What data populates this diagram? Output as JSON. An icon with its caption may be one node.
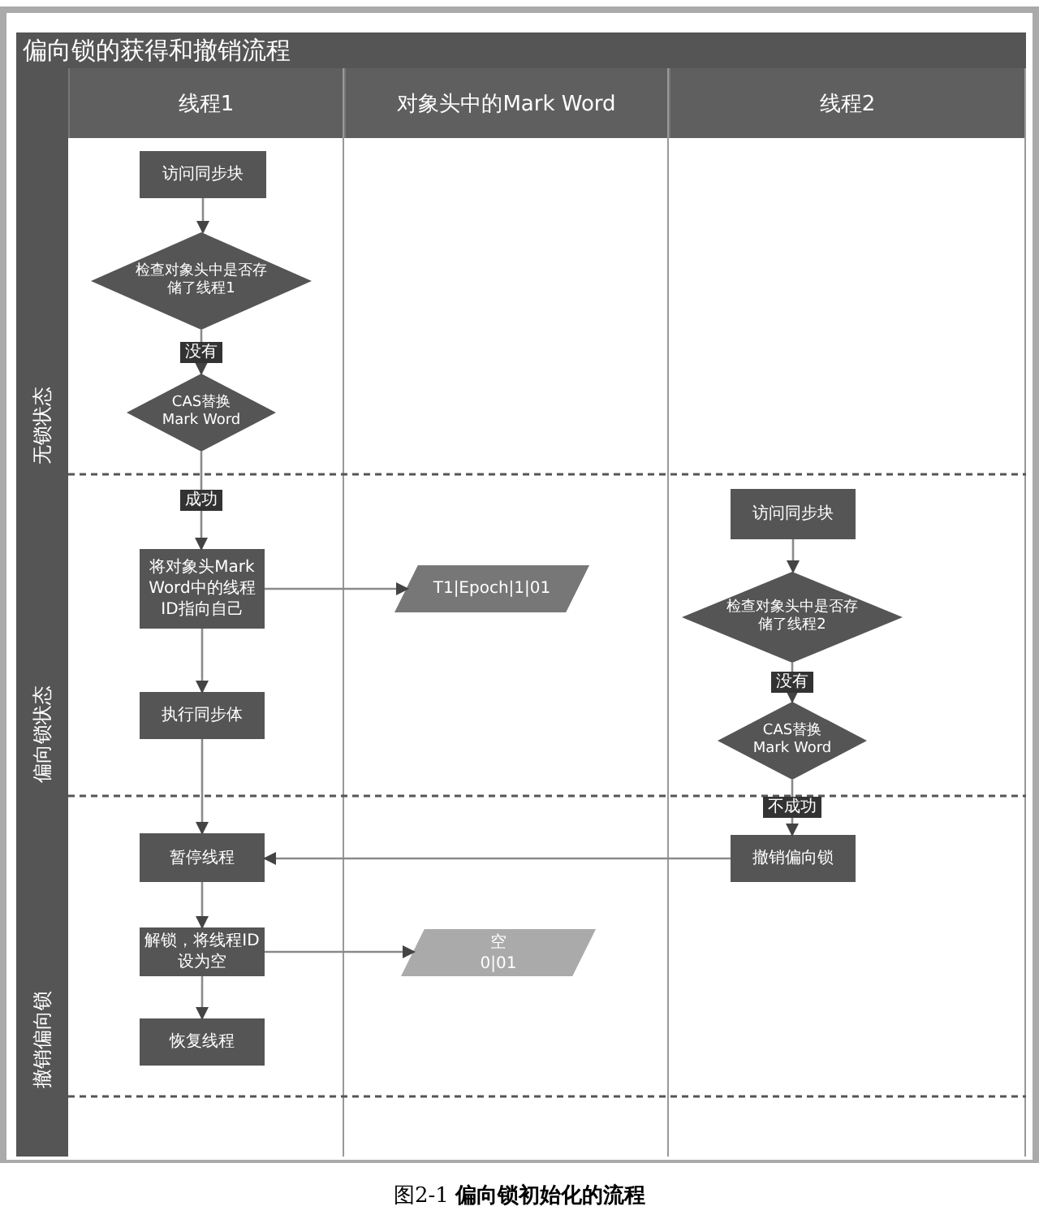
{
  "diagram": {
    "title": "偏向锁的获得和撤销流程",
    "caption": "图2-1 **偏向锁初始化的流程**",
    "nodes": [
      {
        "text": [
          "线程1"
        ]
      },
      {
        "text": [
          "访问同步块"
        ],
        "in": 0
      },
      {
        "text": [
          "检查对象头中是否存储了线程1"
        ],
        "in": 0
      },
      {
        "text": [
          "CAS替换Mark Word"
        ],
        "in": 0
      },
      {
        "text": [
          "将对象头Mark Word中的线程ID指向自己"
        ],
        "in": 0
      },
      {
        "text": [
          "执行同步体"
        ],
        "in": 0
      },
      {
        "text": [
          "暂停线程"
        ],
        "in": 0
      },
      {
        "text": [
          "解锁，将线程ID设为空"
        ],
        "in": 0
      },
      {
        "text": [
          "恢复线程"
        ],
        "in": 0
      },
      {
        "text": [
          "对象头中的Mark Word"
        ]
      },
      {
        "text": [
          "T1|Epoch|1|01"
        ],
        "in": 9
      },
      {
        "text": [
          "空",
          "0|01"
        ],
        "in": 9
      },
      {
        "text": [
          "线程2"
        ]
      },
      {
        "text": [
          "访问同步块"
        ],
        "in": 12
      },
      {
        "text": [
          "检查对象头中是否存储了线程2"
        ],
        "in": 12
      },
      {
        "text": [
          "CAS替换Mark Word"
        ],
        "in": 12
      },
      {
        "text": [
          "撤销偏向锁"
        ],
        "in": 12
      }
    ],
    "edges": [
      {
        "from": 1,
        "to": 2,
        "arrow": "to"
      },
      {
        "from": 2,
        "to": 3,
        "arrow": "to",
        "label": "没有"
      },
      {
        "from": 3,
        "to": 4,
        "arrow": "to",
        "label": "成功"
      },
      {
        "from": 4,
        "to": 10,
        "arrow": "to"
      },
      {
        "from": 4,
        "to": 5,
        "arrow": "to"
      },
      {
        "from": 5,
        "to": 6,
        "arrow": "to"
      },
      {
        "from": 6,
        "to": 7,
        "arrow": "to"
      },
      {
        "from": 7,
        "to": 8,
        "arrow": "to"
      },
      {
        "from": 7,
        "to": 11,
        "arrow": "to"
      },
      {
        "from": 13,
        "to": 14,
        "arrow": "to"
      },
      {
        "from": 14,
        "to": 15,
        "arrow": "to",
        "label": "没有"
      },
      {
        "from": 15,
        "to": 16,
        "arrow": "to",
        "label": "不成功"
      },
      {
        "from": 16,
        "to": 6,
        "arrow": "to"
      }
    ],
    "labels": [
      "无锁状态",
      "偏向锁状态",
      "撤销偏向锁"
    ]
  }
}
